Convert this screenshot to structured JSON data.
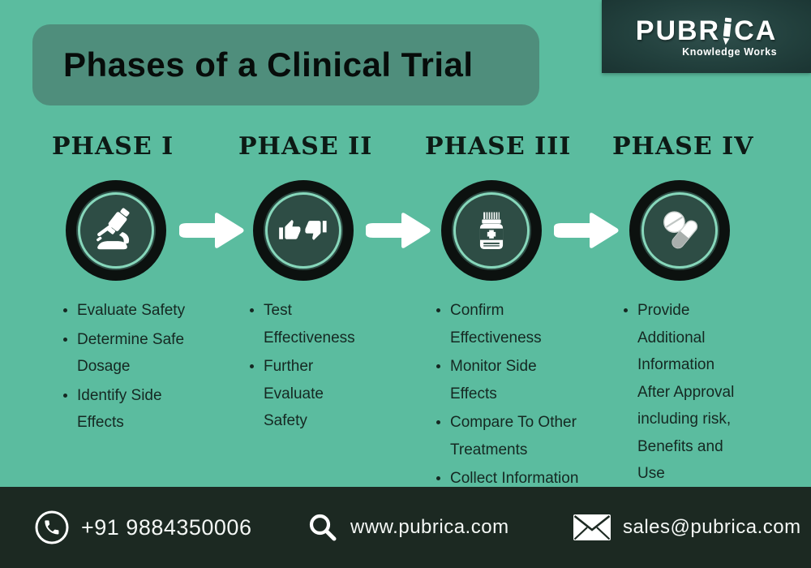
{
  "header": {
    "title": "Phases of a Clinical Trial"
  },
  "logo": {
    "brand_left": "PUBR",
    "brand_right": "CA",
    "pencil_icon": "pencil-icon",
    "tagline": "Knowledge Works"
  },
  "phases": [
    {
      "label": "PHASE I",
      "icon": "microscope-icon",
      "bullets": [
        "Evaluate Safety",
        "Determine Safe Dosage",
        "Identify Side Effects"
      ]
    },
    {
      "label": "PHASE II",
      "icon": "thumbs-up-down-icon",
      "bullets": [
        "Test Effectiveness",
        "Further Evaluate Safety"
      ]
    },
    {
      "label": "PHASE III",
      "icon": "medicine-bottle-icon",
      "bullets": [
        "Confirm Effectiveness",
        "Monitor Side Effects",
        "Compare To Other Treatments",
        "Collect Information"
      ]
    },
    {
      "label": "PHASE IV",
      "icon": "pills-icon",
      "bullets": [
        "Provide Additional Information After Approval including risk, Benefits and Use"
      ]
    }
  ],
  "footer": {
    "items": [
      {
        "icon": "phone-icon",
        "text": "+91 9884350006"
      },
      {
        "icon": "search-icon",
        "text": "www.pubrica.com"
      },
      {
        "icon": "envelope-icon",
        "text": "sales@pubrica.com"
      }
    ]
  },
  "colors": {
    "background": "#5bbc9f",
    "title_panel": "#4f8e7c",
    "icon_circle": "#2e4d45",
    "icon_ring": "#87d7bb",
    "outline_black": "#0c110f",
    "footer_background": "#1c2922",
    "text_dark": "#152822",
    "white": "#ffffff"
  }
}
